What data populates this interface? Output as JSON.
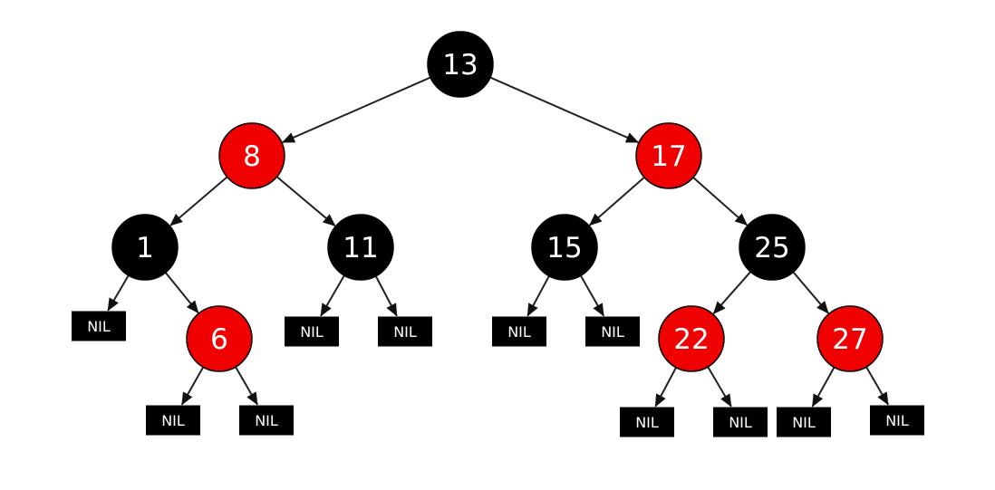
{
  "diagram": {
    "colors": {
      "black": "#000000",
      "red": "#f00000",
      "nil_fill": "#000000",
      "edge": "#222222",
      "label": "#ffffff"
    },
    "nodes": [
      {
        "id": "n13",
        "label": "13",
        "color": "black"
      },
      {
        "id": "n8",
        "label": "8",
        "color": "red"
      },
      {
        "id": "n17",
        "label": "17",
        "color": "red"
      },
      {
        "id": "n1",
        "label": "1",
        "color": "black"
      },
      {
        "id": "n11",
        "label": "11",
        "color": "black"
      },
      {
        "id": "n15",
        "label": "15",
        "color": "black"
      },
      {
        "id": "n25",
        "label": "25",
        "color": "black"
      },
      {
        "id": "n6",
        "label": "6",
        "color": "red"
      },
      {
        "id": "n22",
        "label": "22",
        "color": "red"
      },
      {
        "id": "n27",
        "label": "27",
        "color": "red"
      }
    ],
    "nil_label": "NIL",
    "nils": [
      {
        "id": "nil1l"
      },
      {
        "id": "nil6l"
      },
      {
        "id": "nil6r"
      },
      {
        "id": "nil11l"
      },
      {
        "id": "nil11r"
      },
      {
        "id": "nil15l"
      },
      {
        "id": "nil15r"
      },
      {
        "id": "nil22l"
      },
      {
        "id": "nil22r"
      },
      {
        "id": "nil27l"
      },
      {
        "id": "nil27r"
      }
    ],
    "edges": [
      [
        "n13",
        "n8"
      ],
      [
        "n13",
        "n17"
      ],
      [
        "n8",
        "n1"
      ],
      [
        "n8",
        "n11"
      ],
      [
        "n17",
        "n15"
      ],
      [
        "n17",
        "n25"
      ],
      [
        "n1",
        "nil1l"
      ],
      [
        "n1",
        "n6"
      ],
      [
        "n6",
        "nil6l"
      ],
      [
        "n6",
        "nil6r"
      ],
      [
        "n11",
        "nil11l"
      ],
      [
        "n11",
        "nil11r"
      ],
      [
        "n15",
        "nil15l"
      ],
      [
        "n15",
        "nil15r"
      ],
      [
        "n25",
        "n22"
      ],
      [
        "n25",
        "n27"
      ],
      [
        "n22",
        "nil22l"
      ],
      [
        "n22",
        "nil22r"
      ],
      [
        "n27",
        "nil27l"
      ],
      [
        "n27",
        "nil27r"
      ]
    ]
  }
}
